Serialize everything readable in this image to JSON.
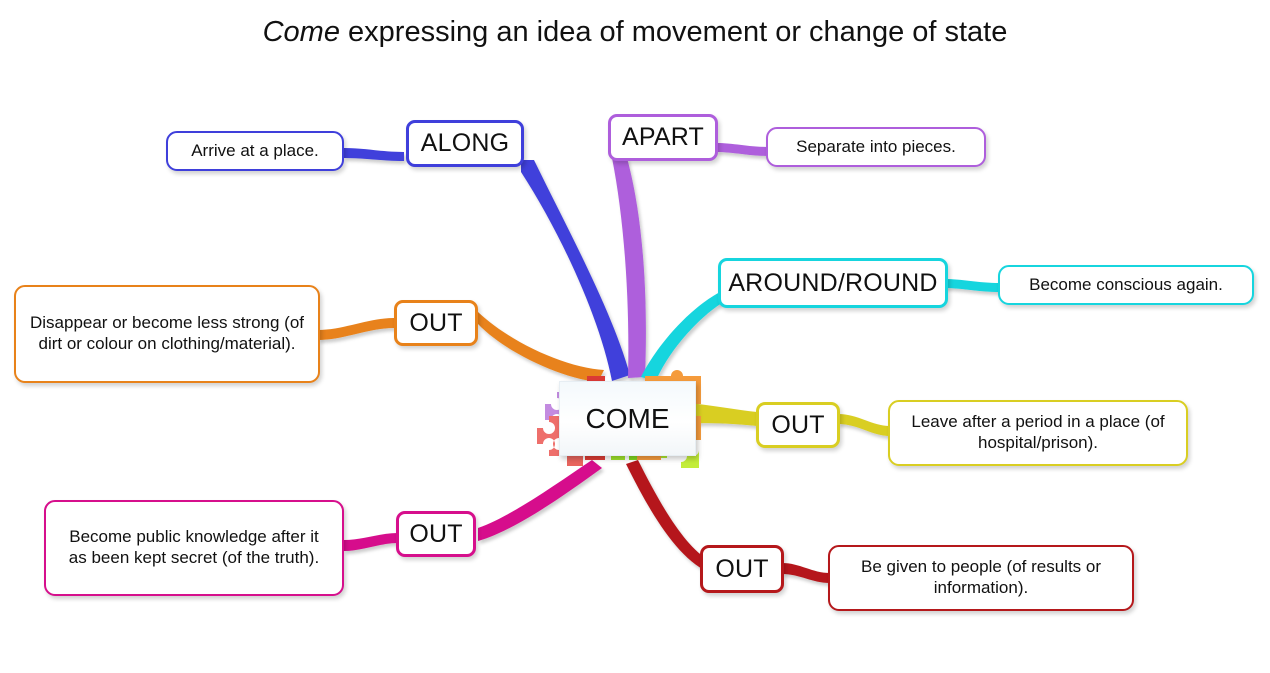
{
  "title": {
    "emphasis": "Come",
    "rest": " expressing an idea of movement or change of state"
  },
  "center": {
    "label": "COME",
    "icon": "puzzle-pieces-decoration"
  },
  "branches": [
    {
      "id": "along",
      "color": "#3F3FDB",
      "key": "ALONG",
      "leaf": "Arrive at a place."
    },
    {
      "id": "apart",
      "color": "#AE5EDC",
      "key": "APART",
      "leaf": "Separate into pieces."
    },
    {
      "id": "around-round",
      "color": "#16D5DE",
      "key": "AROUND/ROUND",
      "leaf": "Become conscious again."
    },
    {
      "id": "out-fade",
      "color": "#E8821A",
      "key": "OUT",
      "leaf": "Disappear or become less strong (of dirt or colour on clothing/material)."
    },
    {
      "id": "out-leave",
      "color": "#D9CE22",
      "key": "OUT",
      "leaf": "Leave after a period in a place (of hospital/prison)."
    },
    {
      "id": "out-public",
      "color": "#D60F8C",
      "key": "OUT",
      "leaf": "Become public knowledge after it as been kept secret (of the truth)."
    },
    {
      "id": "out-given",
      "color": "#B5181B",
      "key": "OUT",
      "leaf": "Be given to people (of results or information)."
    }
  ]
}
